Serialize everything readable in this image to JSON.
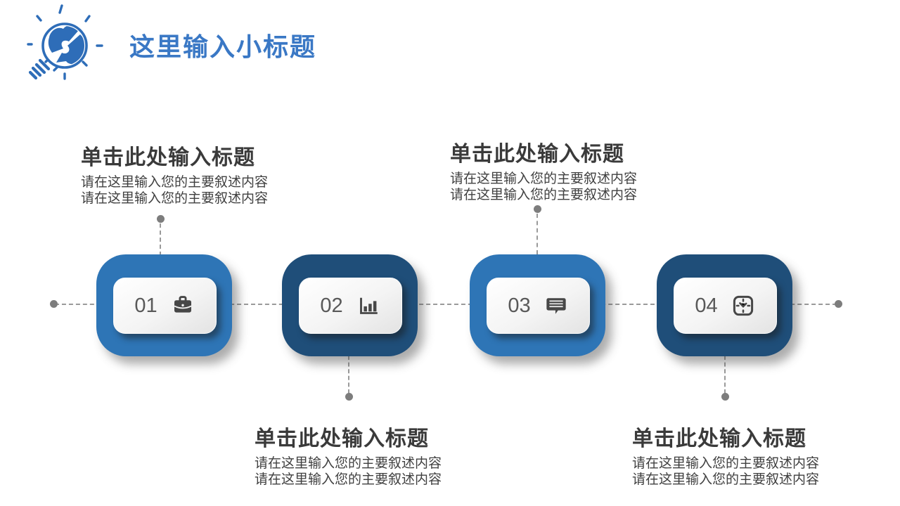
{
  "header": {
    "title": "这里输入小标题",
    "logo": "lightbulb-puzzle-icon"
  },
  "colors": {
    "accent_light_blue": "#2e75b6",
    "accent_dark_blue": "#1f4e79",
    "title_blue": "#3a78c5",
    "logo_blue": "#2e6db8",
    "connector_gray": "#9a9a9a",
    "dot_gray": "#7d7d7d",
    "number_gray": "#595959",
    "icon_gray": "#474747",
    "heading_gray": "#3a3a3a",
    "body_gray": "#404040"
  },
  "steps": [
    {
      "number": "01",
      "icon": "briefcase-icon",
      "shade": "light-blue"
    },
    {
      "number": "02",
      "icon": "bar-chart-icon",
      "shade": "dark-blue"
    },
    {
      "number": "03",
      "icon": "speech-bubble-icon",
      "shade": "light-blue"
    },
    {
      "number": "04",
      "icon": "clock-icon",
      "shade": "dark-blue"
    }
  ],
  "text_blocks": [
    {
      "position": "above-step-1",
      "heading": "单击此处输入标题",
      "lines": [
        "请在这里输入您的主要叙述内容",
        "请在这里输入您的主要叙述内容"
      ]
    },
    {
      "position": "above-step-3",
      "heading": "单击此处输入标题",
      "lines": [
        "请在这里输入您的主要叙述内容",
        "请在这里输入您的主要叙述内容"
      ]
    },
    {
      "position": "below-step-2",
      "heading": "单击此处输入标题",
      "lines": [
        "请在这里输入您的主要叙述内容",
        "请在这里输入您的主要叙述内容"
      ]
    },
    {
      "position": "below-step-4",
      "heading": "单击此处输入标题",
      "lines": [
        "请在这里输入您的主要叙述内容",
        "请在这里输入您的主要叙述内容"
      ]
    }
  ]
}
